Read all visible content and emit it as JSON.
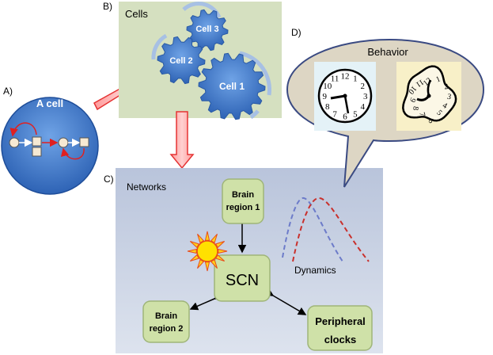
{
  "panel_a": {
    "label": "A)",
    "title": "A cell"
  },
  "panel_b": {
    "label": "B)",
    "title": "Cells",
    "cells": [
      "Cell 3",
      "Cell 2",
      "Cell 1"
    ]
  },
  "panel_c": {
    "label": "C)",
    "title": "Networks",
    "nodes": {
      "brain1": [
        "Brain",
        "region 1"
      ],
      "scn": "SCN",
      "brain2": [
        "Brain",
        "region 2"
      ],
      "peripheral": [
        "Peripheral",
        "clocks"
      ]
    },
    "dynamics_label": "Dynamics"
  },
  "panel_d": {
    "label": "D)",
    "title": "Behavior",
    "clock_numbers": [
      "12",
      "1",
      "2",
      "3",
      "4",
      "5",
      "6",
      "7",
      "8",
      "9",
      "10",
      "11"
    ]
  },
  "colors": {
    "cell_blue": "#3a78c8",
    "panel_green": "#d6e2c2",
    "network_bg": "#c9d2e3",
    "node_green": "#cfe1a8",
    "arrow_red": "#e53333",
    "sun": "#ffe000",
    "dyn_red": "#c9302c",
    "dyn_blue": "#6c7bc9"
  }
}
